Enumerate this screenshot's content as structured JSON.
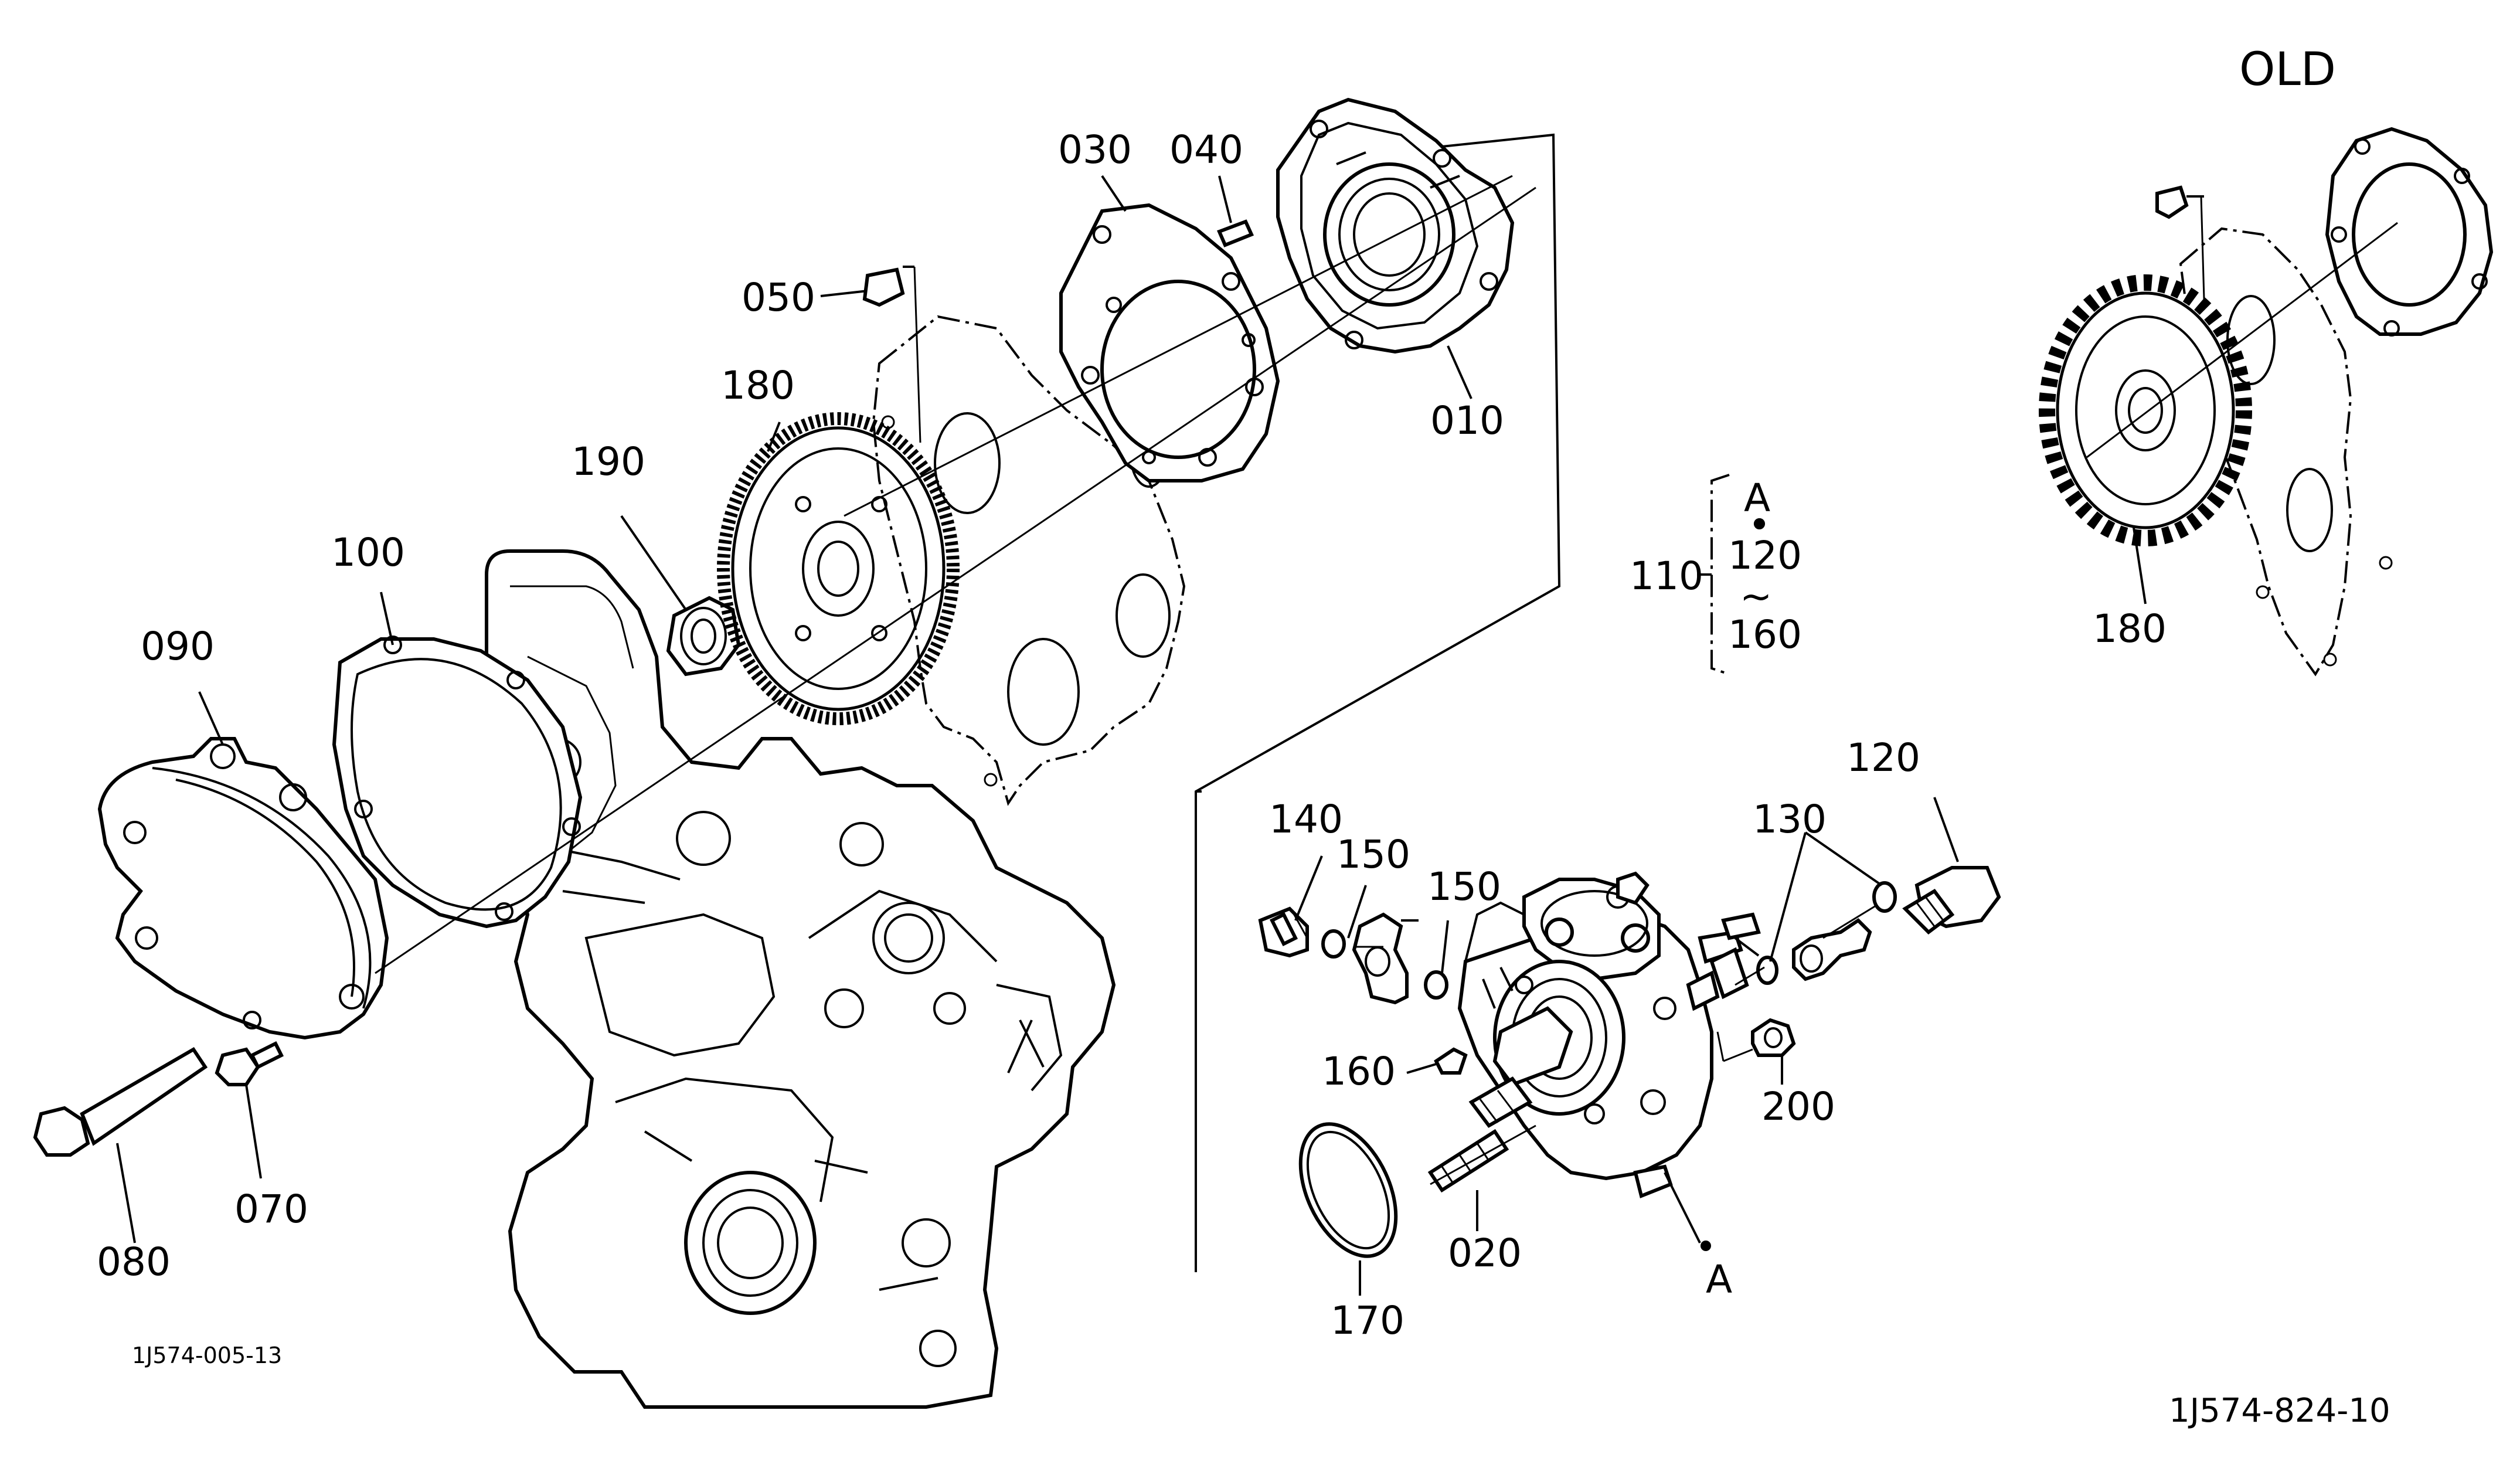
{
  "diagram": {
    "header_label": "OLD",
    "drawing_id_left": "1J574-005-13",
    "drawing_id_right": "1J574-824-10",
    "parts": {
      "p010": "010",
      "p020": "020",
      "p030": "030",
      "p040": "040",
      "p050": "050",
      "p070": "070",
      "p080": "080",
      "p090": "090",
      "p100": "100",
      "p110": "110",
      "p120": "120",
      "p130": "130",
      "p140": "140",
      "p150a": "150",
      "p150b": "150",
      "p160": "160",
      "p170": "170",
      "p180": "180",
      "p180_old": "180",
      "p190": "190",
      "p200": "200"
    },
    "bracket": {
      "top": "A",
      "dot": "•",
      "mid": "120",
      "tilde": "~",
      "bottom": "160"
    },
    "reference_point": "A"
  }
}
